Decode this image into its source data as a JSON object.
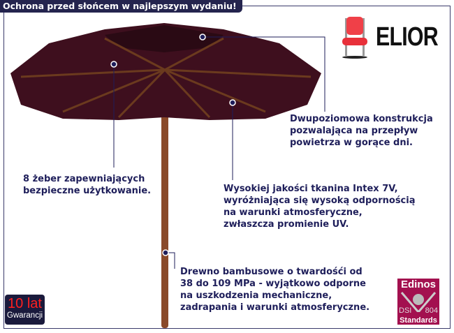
{
  "banner": {
    "title": "Ochrona przed słońcem w najlepszym wydaniu!"
  },
  "brand": {
    "name": "ELIOR",
    "icon": "chair-icon"
  },
  "callouts": {
    "structure": [
      "Dwupoziomowa konstrukcja",
      "pozwalająca na przepływ",
      "powietrza w gorące dni."
    ],
    "ribs": [
      "8 żeber zapewniających",
      "bezpieczne użytkowanie."
    ],
    "fabric": [
      "Wysokiej jakości tkanina Intex 7V,",
      "wyróżniająca się wysoką odpornością",
      "na warunki atmosferyczne,",
      "zwłaszcza promienie UV."
    ],
    "wood": [
      "Drewno bambusowe o twardośći od",
      "38 do 109 MPa - wyjątkowo odporne",
      "na uszkodzenia mechaniczne,",
      "zadrapania i warunki atmosferyczne."
    ]
  },
  "warranty": {
    "years": "10 lat",
    "label": "Gwarancji"
  },
  "certificate": {
    "name": "Edinos",
    "left": "DSI",
    "right": "804",
    "bottom": "Standards"
  },
  "colors": {
    "canopy": "#3e0f1e",
    "pole": "#8a4a2a",
    "text": "#1e1e5a"
  }
}
